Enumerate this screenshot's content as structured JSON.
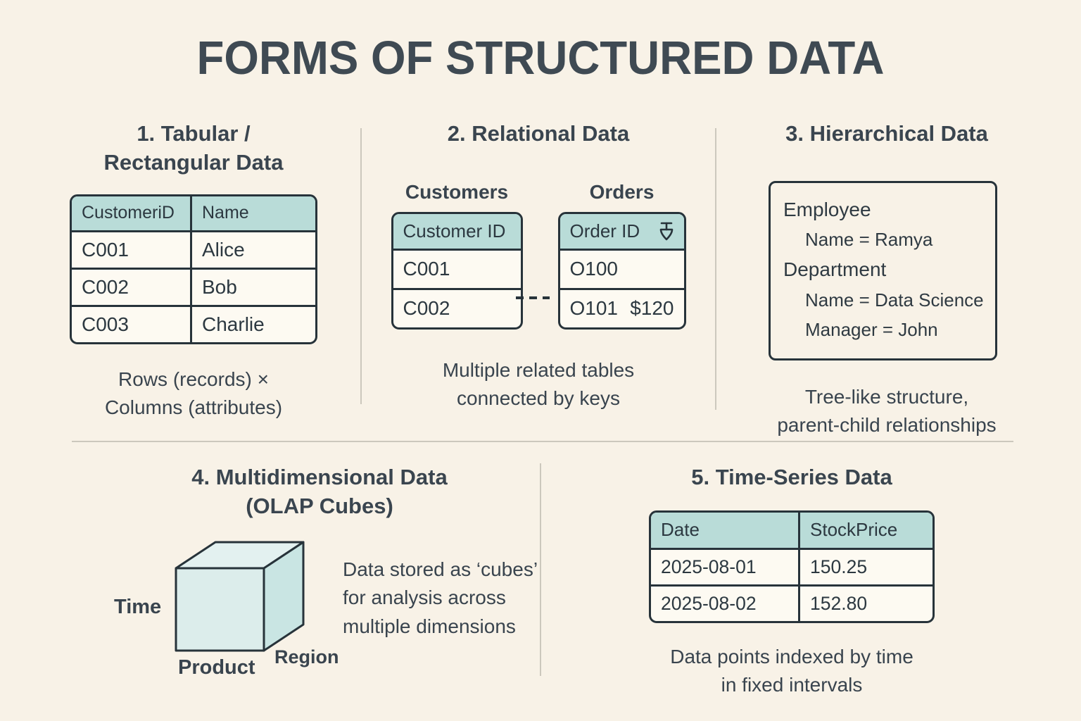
{
  "title": "FORMS OF STRUCTURED DATA",
  "colors": {
    "background": "#f8f2e7",
    "teal_header": "#b9dcd8",
    "border_dark": "#27333a",
    "cell_bg": "#fdfaf2",
    "text_dark": "#39444e",
    "cube_top": "#e3f1f0",
    "cube_front": "#dcedeb",
    "cube_right": "#c9e5e3"
  },
  "sections": {
    "tabular": {
      "heading_line1": "1. Tabular /",
      "heading_line2": "Rectangular Data",
      "table": {
        "headers": [
          "CustomeriD",
          "Name"
        ],
        "rows": [
          [
            "C001",
            "Alice"
          ],
          [
            "C002",
            "Bob"
          ],
          [
            "C003",
            "Charlie"
          ]
        ]
      },
      "caption_line1": "Rows (records) ×",
      "caption_line2": "Columns (attributes)"
    },
    "relational": {
      "heading": "2. Relational Data",
      "customers": {
        "label": "Customers",
        "header": "Customer ID",
        "rows": [
          "C001",
          "C002"
        ]
      },
      "orders": {
        "label": "Orders",
        "header": "Order ID",
        "key_icon": "key-icon",
        "rows": [
          {
            "id": "O100",
            "amount": ""
          },
          {
            "id": "O101",
            "amount": "$120"
          }
        ]
      },
      "caption_line1": "Multiple related tables",
      "caption_line2": "connected by keys"
    },
    "hierarchical": {
      "heading": "3. Hierarchical Data",
      "lines": [
        {
          "text": "Employee",
          "indent": 0
        },
        {
          "text": "Name = Ramya",
          "indent": 1
        },
        {
          "text": "Department",
          "indent": 0
        },
        {
          "text": "Name = Data Science",
          "indent": 1
        },
        {
          "text": "Manager = John",
          "indent": 1
        }
      ],
      "caption_line1": "Tree-like structure,",
      "caption_line2": "parent-child relationships"
    },
    "multidimensional": {
      "heading_line1": "4. Multidimensional Data",
      "heading_line2": "(OLAP Cubes)",
      "axis_labels": {
        "left": "Time",
        "bottom": "Product",
        "right": "Region"
      },
      "description": "Data stored as ‘cubes’ for analysis across multiple dimensions"
    },
    "timeseries": {
      "heading": "5. Time-Series Data",
      "table": {
        "headers": [
          "Date",
          "StockPrice"
        ],
        "rows": [
          [
            "2025-08-01",
            "150.25"
          ],
          [
            "2025-08-02",
            "152.80"
          ]
        ]
      },
      "caption_line1": "Data points indexed by time",
      "caption_line2": "in fixed intervals"
    }
  }
}
